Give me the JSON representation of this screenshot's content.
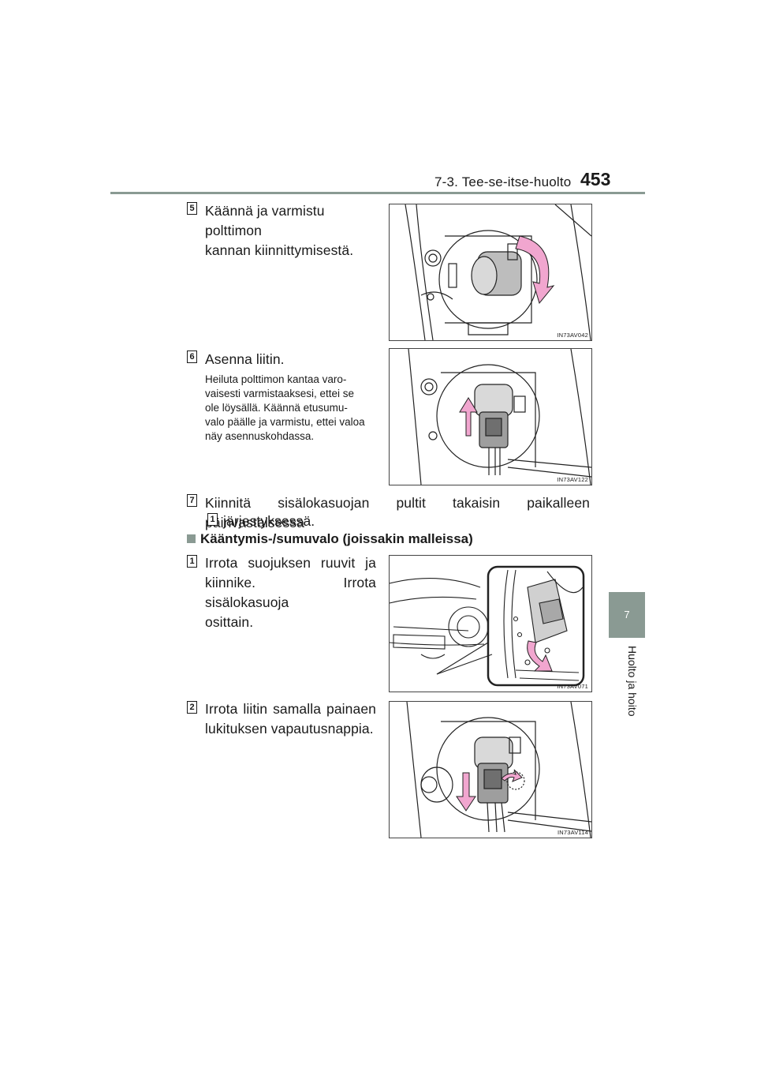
{
  "header": {
    "section": "7-3. Tee-se-itse-huolto",
    "page_number": "453"
  },
  "side_tab": {
    "chapter": "7",
    "label": "Huolto ja hoito"
  },
  "steps_a": [
    {
      "num": "5",
      "lines": [
        "Käännä ja varmistu polttimon",
        "kannan kiinnittymisestä."
      ],
      "figure_code": "IN73AV042"
    },
    {
      "num": "6",
      "title": "Asenna liitin.",
      "note_lines": [
        "Heiluta polttimon kantaa varo-",
        "vaisesti varmistaaksesi, ettei se",
        "ole löysällä. Käännä etusumu-",
        "valo päälle ja varmistu, ettei valoa",
        "näy asennuskohdassa."
      ],
      "figure_code": "IN73AV122"
    },
    {
      "num": "7",
      "line1": "Kiinnitä sisälokasuojan pultit takaisin paikalleen päinvastaisessa",
      "ref": "1",
      "line2": "järjestyksessä."
    }
  ],
  "subheading": "Kääntymis-/sumuvalo (joissakin malleissa)",
  "steps_b": [
    {
      "num": "1",
      "lines": [
        "Irrota suojuksen ruuvit ja",
        "kiinnike. Irrota sisälokasuoja",
        "osittain."
      ],
      "figure_code": "IN73AV071"
    },
    {
      "num": "2",
      "lines": [
        "Irrota liitin samalla painaen",
        "lukituksen vapautusnappia."
      ],
      "figure_code": "IN73AV114"
    }
  ],
  "colors": {
    "accent_gray": "#8a9a93",
    "arrow_pink": "#f1a6cf"
  }
}
